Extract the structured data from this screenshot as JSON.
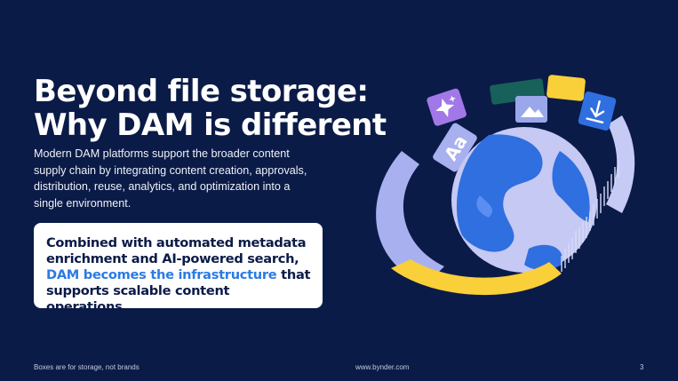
{
  "slide": {
    "title_line1": "Beyond file storage:",
    "title_line2": "Why DAM is different",
    "body": "Modern DAM platforms support the broader content supply chain by integrating content creation, approvals, distribution, reuse, analytics, and optimization into a single environment.",
    "callout": {
      "part1": "Combined with automated metadata enrichment and AI-powered search, ",
      "highlight": "DAM becomes the infrastructure",
      "part2": " that supports scalable content operations."
    }
  },
  "illustration": {
    "font_tile_text": "Aa",
    "icons": [
      "sparkle-icon",
      "image-icon",
      "download-icon"
    ]
  },
  "footer": {
    "left": "Boxes are for storage, not brands",
    "center": "www.bynder.com",
    "page": "3"
  },
  "colors": {
    "background": "#0b1b47",
    "highlight": "#2a7be4",
    "globe_blue": "#2f6fe0",
    "lavender": "#a9b0f0",
    "yellow": "#f9cf3a",
    "teal": "#17615a",
    "purple": "#a278e8"
  }
}
